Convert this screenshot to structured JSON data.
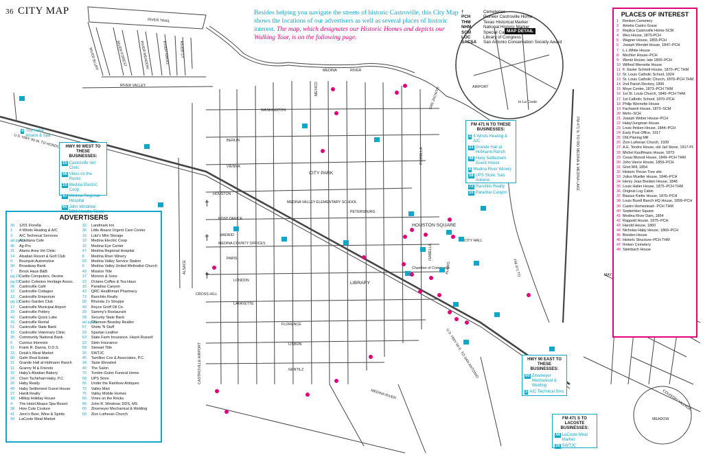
{
  "header": {
    "page_number": "36",
    "title": "CITY MAP"
  },
  "intro": {
    "text": "Besides helping you navigate the streets of historic Castroville, this City Map shows the locations of our advertisers as well as several places of historic interest.",
    "italic": "The map, which designates our Historic Homes and depicts our Walking Tour, is on the following page."
  },
  "legend": [
    {
      "key": "†",
      "label": "Cemeteries"
    },
    {
      "key": "PCH",
      "label": "Pioneer Castroville Home"
    },
    {
      "key": "THM",
      "label": "Texas Historical Marker"
    },
    {
      "key": "NHM",
      "label": "National Historic Marker"
    },
    {
      "key": "SCM",
      "label": "Special Castroville Marker"
    },
    {
      "key": "LOC",
      "label": "Library of Congress"
    },
    {
      "key": "SACSA",
      "label": "San Antonio Conservation Society Award"
    }
  ],
  "map_detail": {
    "label": "MAP DETAIL",
    "airport": "AIRPORT",
    "la_coste": "to La Coste"
  },
  "places_of_interest": {
    "title": "PLACES OF INTEREST",
    "items": [
      {
        "n": "1",
        "t": "Renken Cemetery"
      },
      {
        "n": "2",
        "t": "Amelia Castro Grave"
      },
      {
        "n": "3",
        "t": "Replica Castroville Home-SCM"
      },
      {
        "n": "4",
        "t": "Wes House, 1870-PCH"
      },
      {
        "n": "5",
        "t": "Wagner House, 1855-PCH"
      },
      {
        "n": "6",
        "t": "Joseph Wendel House, 1847–PCH"
      },
      {
        "n": "7",
        "t": "L.L.White House"
      },
      {
        "n": "8",
        "t": "Mechler House–PCH"
      },
      {
        "n": "9",
        "t": "Wentz House, late 1800–PCH"
      },
      {
        "n": "10",
        "t": "Wilfred Wernette House"
      },
      {
        "n": "11",
        "t": "F. Xavier Schmitt House, 1870–PC THM"
      },
      {
        "n": "12",
        "t": "St. Louis Catholic School, 1924"
      },
      {
        "n": "13",
        "t": "St. Louis Catholic Church, 1870–PCH THM"
      },
      {
        "n": "14",
        "t": "2nd Parish Rectory, 1896"
      },
      {
        "n": "15",
        "t": "Moye Center, 1873–PCH THM"
      },
      {
        "n": "16",
        "t": "1st St. Louis Church, 1846–PCH THM"
      },
      {
        "n": "17",
        "t": "1st Catholic School, 1870–PCH"
      },
      {
        "n": "18",
        "t": "Philip Wernette House"
      },
      {
        "n": "19",
        "t": "Fachwerk House, 1873–SCM"
      },
      {
        "n": "20",
        "t": "Mehr–SCH"
      },
      {
        "n": "21",
        "t": "Joseph Weber House–PCH"
      },
      {
        "n": "22",
        "t": "Haby/Jungman House"
      },
      {
        "n": "23",
        "t": "Louis Ihnken House, 1844–PCH"
      },
      {
        "n": "24",
        "t": "Early Post Office, 1917"
      },
      {
        "n": "25",
        "t": "Old Planing Mill"
      },
      {
        "n": "26",
        "t": "Zion Lutheran Church, 1939"
      },
      {
        "n": "27",
        "t": "A.E. Tondre House, old Jail Stone, 1917-PCH"
      },
      {
        "n": "28",
        "t": "Michel Kauffmann House, 1873"
      },
      {
        "n": "29",
        "t": "Cesar Monod House, 1849–PCH THM"
      },
      {
        "n": "30",
        "t": "John Vance House, 1859–PCH"
      },
      {
        "n": "31",
        "t": "Grist Mill, 1854"
      },
      {
        "n": "32",
        "t": "Historic Pecan Tree site"
      },
      {
        "n": "33",
        "t": "Julius Mueller House, 1846–PCH"
      },
      {
        "n": "34",
        "t": "Henry Jean Breiden House, 1848"
      },
      {
        "n": "35",
        "t": "Louis Haller House, 1875–PCH THM"
      },
      {
        "n": "36",
        "t": "Original Log Cabin"
      },
      {
        "n": "37",
        "t": "Biasius Kiefer House, 1870–PCH"
      },
      {
        "n": "38",
        "t": "Louis Burell Ranch HQ House, 1899–PCH"
      },
      {
        "n": "39",
        "t": "Castro Homestead– PCH THM"
      },
      {
        "n": "40",
        "t": "September Square"
      },
      {
        "n": "41",
        "t": "Medina River Dam, 1854"
      },
      {
        "n": "42",
        "t": "Rappold House, 1875–PCH"
      },
      {
        "n": "43",
        "t": "Harold House, 1860"
      },
      {
        "n": "44",
        "t": "Nicholas Haby House, 1869–PCH"
      },
      {
        "n": "45",
        "t": "Breiden House"
      },
      {
        "n": "46",
        "t": "Historic Structure–PCH THM"
      },
      {
        "n": "47",
        "t": "Ihnken Cemetery"
      },
      {
        "n": "48",
        "t": "Steinbach House"
      }
    ]
  },
  "advertisers": {
    "title": "ADVERTISERS",
    "col1": [
      {
        "n": "30",
        "t": "1201 Fiorella"
      },
      {
        "n": "1",
        "t": "4 Winds Heating & A/C"
      },
      {
        "n": "3",
        "t": "A/C Technical Services"
      },
      {
        "n": "ad pg 22",
        "t": "Acadiana Cafe"
      },
      {
        "n": "46",
        "t": "Ag-Pro"
      },
      {
        "n": "31",
        "t": "Alamo Area Vet Clinic"
      },
      {
        "n": "14",
        "t": "Alsatian Resort & Golf Club"
      },
      {
        "n": "9",
        "t": "Bourquin Automotive"
      },
      {
        "n": "39",
        "t": "Broadway Bank"
      },
      {
        "n": "7",
        "t": "Brock Haus B&B"
      },
      {
        "n": "pg 21",
        "t": "Carlile Computers, Devine"
      },
      {
        "n": "pg 60",
        "t": "Castro Colonies Heritage Assoc."
      },
      {
        "n": "26",
        "t": "Castroville Café"
      },
      {
        "n": "12",
        "t": "Castroville Cottages"
      },
      {
        "n": "13",
        "t": "Castroville Emporium"
      },
      {
        "n": "pg 13",
        "t": "Castro Garden Club"
      },
      {
        "n": "17",
        "t": "Castroville Municipal Airport"
      },
      {
        "n": "19",
        "t": "Castroville Pottery"
      },
      {
        "n": "42",
        "t": "Castroville Quick Lube"
      },
      {
        "n": "15",
        "t": "Castroville Rental"
      },
      {
        "n": "51",
        "t": "Castroville State Bank"
      },
      {
        "n": "15",
        "t": "Castroville Veterinary Clinic"
      },
      {
        "n": "35",
        "t": "Community National Bank"
      },
      {
        "n": "6",
        "t": "Curious Interests"
      },
      {
        "n": "11",
        "t": "Frank R. Danna, D.D.S."
      },
      {
        "n": "23",
        "t": "Dziuk's Meat Market"
      },
      {
        "n": "80",
        "t": "Galm Real Estate"
      },
      {
        "n": "21",
        "t": "Grande Hall at Hofmann Ranch"
      },
      {
        "n": "11",
        "t": "Granny M & Friends"
      },
      {
        "n": "15",
        "t": "Haby's Alsatian Bakery"
      },
      {
        "n": "24",
        "t": "Cheri Tschirhart-Haby, P.C."
      },
      {
        "n": "26",
        "t": "Haby Realty"
      },
      {
        "n": "48",
        "t": "Haby Settlement Guest House"
      },
      {
        "n": "27",
        "t": "Hardt Realty"
      },
      {
        "n": "18",
        "t": "Hilltop Holiday House"
      },
      {
        "n": "4",
        "t": "The Hotel Alsace Spa Resort"
      },
      {
        "n": "28",
        "t": "How Cute Couture"
      },
      {
        "n": "41",
        "t": "Jenn's Beer, Wine & Spirits"
      },
      {
        "n": "44",
        "t": "LaCoste Meat Market"
      }
    ],
    "col2": [
      {
        "n": "32",
        "t": "Landmark Inn"
      },
      {
        "n": "36",
        "t": "Little Alsace Urgent Care Center"
      },
      {
        "n": "16",
        "t": "Lutz's Mini Storage"
      },
      {
        "n": "10",
        "t": "Medina Electric Coop"
      },
      {
        "n": "15",
        "t": "Medina Eye Center"
      },
      {
        "n": "47",
        "t": "Medina Regional Hospital"
      },
      {
        "n": "8",
        "t": "Medina River Winery"
      },
      {
        "n": "52",
        "t": "Medina Valley Service Station"
      },
      {
        "n": "5",
        "t": "Medina Valley United Methodist Church"
      },
      {
        "n": "49",
        "t": "Mission Title"
      },
      {
        "n": "37",
        "t": "Moreno & Sons"
      },
      {
        "n": "22",
        "t": "Octane Coffee & Tea Haus"
      },
      {
        "n": "10",
        "t": "Paradise Canyon"
      },
      {
        "n": "43",
        "t": "QRC Healthmart Pharmacy"
      },
      {
        "n": "72",
        "t": "Ranchito Realty"
      },
      {
        "n": "50",
        "t": "Rhonda J's Shoppe"
      },
      {
        "n": "49",
        "t": "Royce Groff Oil Co."
      },
      {
        "n": "20",
        "t": "Sammy's Restaurant"
      },
      {
        "n": "39",
        "t": "Security State Bank"
      },
      {
        "n": "ad pg 25",
        "t": "Shannon Beasley Realtor"
      },
      {
        "n": "57",
        "t": "Shirts 'N Stuff"
      },
      {
        "n": "29",
        "t": "Spartan Leather"
      },
      {
        "n": "63",
        "t": "State Farm Insurance- Hazel Russell"
      },
      {
        "n": "33",
        "t": "Stein Insurance"
      },
      {
        "n": "59",
        "t": "Stewart Title"
      },
      {
        "n": "26",
        "t": "SWTJC"
      },
      {
        "n": "45",
        "t": "Tarrillion Cox & Associates, P.C."
      },
      {
        "n": "34",
        "t": "Taste Elevated"
      },
      {
        "n": "40",
        "t": "The Salon"
      },
      {
        "n": "70",
        "t": "Tondre-Guinn Funeral Home"
      },
      {
        "n": "58",
        "t": "UPS Store"
      },
      {
        "n": "55",
        "t": "Under the Rainbow Antiques"
      },
      {
        "n": "72",
        "t": "Valley Mart"
      },
      {
        "n": "75",
        "t": "Valley Mobile Homes"
      },
      {
        "n": "56",
        "t": "Vines on the Rocks"
      },
      {
        "n": "65",
        "t": "John R. Windrow, DDS, MS"
      },
      {
        "n": "60",
        "t": "Zinsmeyer Mechanical & Welding"
      },
      {
        "n": "59",
        "t": "Zion Lutheran Church"
      }
    ]
  },
  "box_hwy90_west": {
    "title": "HWY 90 WEST TO THESE BUSINESSES:",
    "items": [
      {
        "n": "15",
        "t": "Castroville Vet Clinic"
      },
      {
        "n": "56",
        "t": "Vines on the Rocks"
      },
      {
        "n": "10",
        "t": "Medina Electric Coop"
      },
      {
        "n": "47",
        "t": "Medina Regional Hospital"
      },
      {
        "n": "65",
        "t": "John Windrow, DDS Hondo, Texas"
      }
    ]
  },
  "box_fm471_north": {
    "title": "FM 471 N TO THESE BUSINESSES:",
    "items": [
      {
        "n": "1",
        "t": "4 Winds Heating & A/C"
      },
      {
        "n": "21",
        "t": "Grande Hall at Hofmann Ranch"
      },
      {
        "n": "48",
        "t": "Haby Settlement Guest House"
      },
      {
        "n": "8",
        "t": "Medina River Winery"
      },
      {
        "n": "58",
        "t": "UPS Store, San Antonio"
      },
      {
        "n": "72",
        "t": "Ranchito Realty"
      },
      {
        "n": "10",
        "t": "Paradise Canyon"
      }
    ]
  },
  "box_hwy90_east": {
    "title": "HWY 90 EAST TO THESE BUSINESSES:",
    "items": [
      {
        "n": "60",
        "t": "Zinsmeyer Mechanical & Welding"
      },
      {
        "n": "3",
        "t": "A/C Technical Srvc"
      }
    ]
  },
  "box_fm471_lacoste": {
    "title": "FM 471 S TO LACOSTE BUSINESSES:",
    "items": [
      {
        "n": "44",
        "t": "LaCoste Meat Market"
      },
      {
        "n": "26",
        "t": "SWTJC"
      }
    ]
  },
  "hotel_alsace_label": {
    "n": "4",
    "t": "The Hotel Alsace & Spa"
  },
  "streets": {
    "river_trail": "RIVER TRAIL",
    "river_bluff": "RIVER BLUFF",
    "river_forest": "RIVER FOREST",
    "river_meadow": "RIVER MEADOW",
    "river_knoll": "RIVER KNOLL",
    "river_ct": "RIVER CT",
    "river_valley": "RIVER VALLEY",
    "us90_west": "U.S. HWY 90 W. TO HONDO",
    "us90_east": "U.S. HWY 90 E. TO SAN ANTONIO",
    "fm471_north": "FM 471 N. TO RIO MEDINA & MEDINA LAKE",
    "washington": "WASHINGTON",
    "vienna": "VIENNA",
    "berlin": "BERLIN",
    "houston": "HOUSTON",
    "petersburg": "PETERSBURG",
    "madrid": "MADRID",
    "paris": "PARIS",
    "london": "LONDON",
    "lafayette": "LAFAYETTE",
    "florence": "FLORENCE",
    "lisbon": "LISBON",
    "gentilz": "GENTILZ",
    "medina": "MEDINA",
    "river": "RIVER",
    "medina_river": "MEDINA RIVER",
    "alsace": "ALSACE",
    "fiorella": "FIORELLA",
    "isabella": "ISABELLA",
    "mexico": "MEXICO",
    "cross_hill": "CROSS HILL",
    "san_jacinto": "SAN JACINTO",
    "alamo": "ALAMO",
    "may": "MAY",
    "fm471_to": "FM 471 TO"
  },
  "landmarks": {
    "city_park": "CITY PARK",
    "houston_square": "HOUSTON SQUARE",
    "city_hall": "CITY HALL",
    "library": "LIBRARY",
    "chamber": "Chamber of Commerce",
    "elementary": "MEDINA VALLEY ELEMENTARY SCHOOL",
    "county_offices": "MEDINA COUNTY OFFICES",
    "post_office": "POST OFFICE",
    "country_village": "COUNTRY VILLAGE",
    "meadow": "MEADOW",
    "castroville_airport": "CASTROVILLE AIRPORT"
  }
}
